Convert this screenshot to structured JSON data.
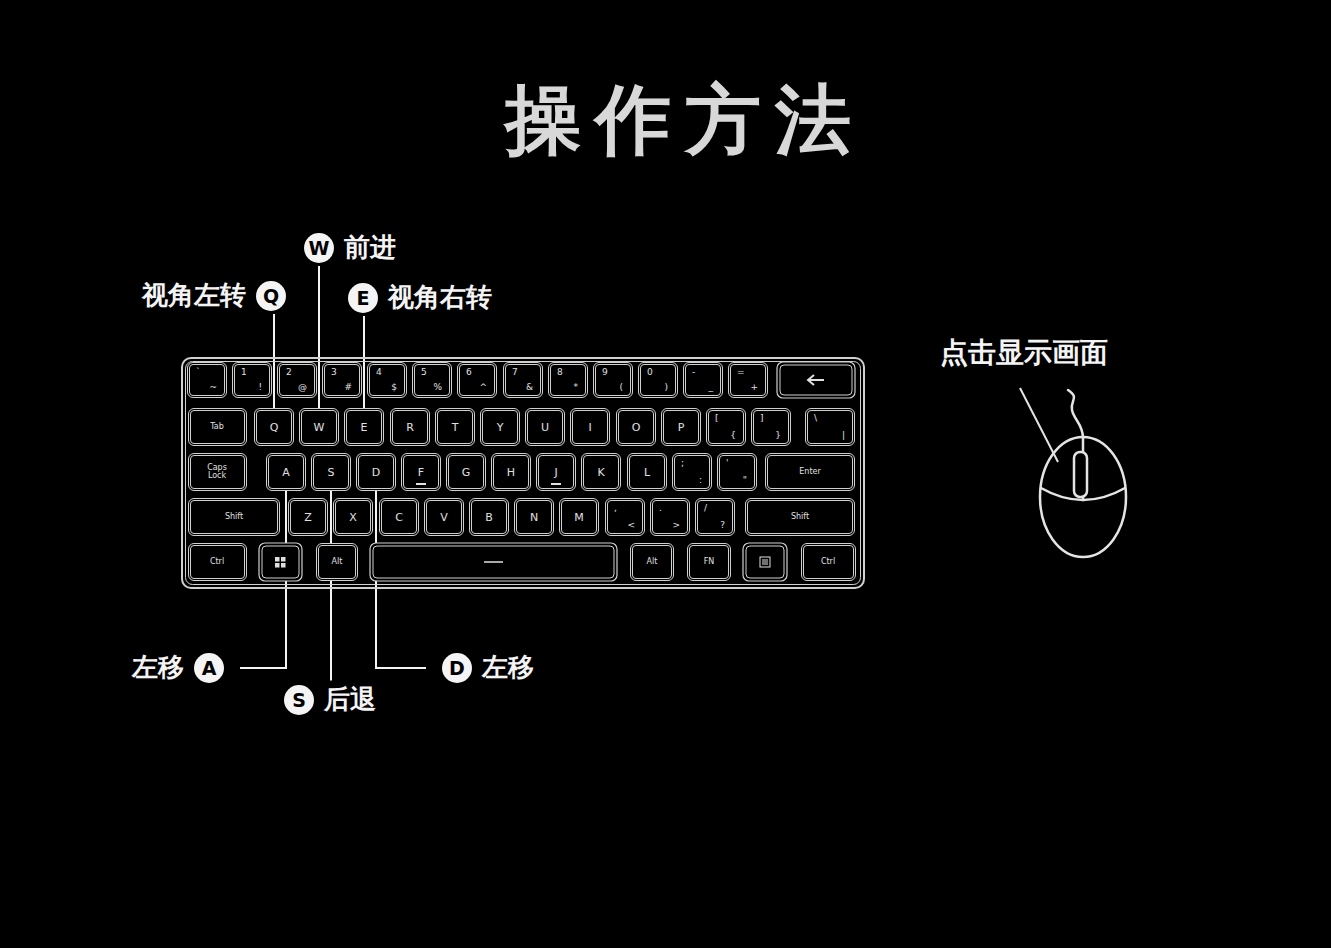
{
  "diagram": {
    "title": "操作方法",
    "nodes": [
      {
        "text": [
          "W",
          "前进"
        ]
      },
      {
        "text": [
          "Q",
          "视角左转"
        ]
      },
      {
        "text": [
          "E",
          "视角右转"
        ]
      },
      {
        "text": [
          "`",
          "~"
        ]
      },
      {
        "text": [
          "1",
          "!"
        ]
      },
      {
        "text": [
          "2",
          "@"
        ]
      },
      {
        "text": [
          "3",
          "#"
        ]
      },
      {
        "text": [
          "4",
          "$"
        ]
      },
      {
        "text": [
          "5",
          "%"
        ]
      },
      {
        "text": [
          "6",
          "^"
        ]
      },
      {
        "text": [
          "7",
          "&"
        ]
      },
      {
        "text": [
          "8",
          "*"
        ]
      },
      {
        "text": [
          "9",
          "("
        ]
      },
      {
        "text": [
          "0",
          ")"
        ]
      },
      {
        "text": [
          "-",
          "_"
        ]
      },
      {
        "text": [
          "=",
          "+"
        ]
      },
      {
        "text": [
          "Tab"
        ]
      },
      {
        "text": [
          "Q"
        ]
      },
      {
        "text": [
          "W"
        ]
      },
      {
        "text": [
          "E"
        ]
      },
      {
        "text": [
          "R"
        ]
      },
      {
        "text": [
          "T"
        ]
      },
      {
        "text": [
          "Y"
        ]
      },
      {
        "text": [
          "U"
        ]
      },
      {
        "text": [
          "I"
        ]
      },
      {
        "text": [
          "O"
        ]
      },
      {
        "text": [
          "P"
        ]
      },
      {
        "text": [
          "[",
          "{"
        ]
      },
      {
        "text": [
          "]",
          "}"
        ]
      },
      {
        "text": [
          "\\",
          "|"
        ]
      },
      {
        "text": [
          "Caps Lock"
        ]
      },
      {
        "text": [
          "A"
        ]
      },
      {
        "text": [
          "S"
        ]
      },
      {
        "text": [
          "D"
        ]
      },
      {
        "text": [
          "F"
        ]
      },
      {
        "text": [
          "G"
        ]
      },
      {
        "text": [
          "H"
        ]
      },
      {
        "text": [
          "J"
        ]
      },
      {
        "text": [
          "K"
        ]
      },
      {
        "text": [
          "L"
        ]
      },
      {
        "text": [
          ";",
          ":"
        ]
      },
      {
        "text": [
          "'",
          "\""
        ]
      },
      {
        "text": [
          "Enter"
        ]
      },
      {
        "text": [
          "Shift"
        ]
      },
      {
        "text": [
          "Z"
        ]
      },
      {
        "text": [
          "X"
        ]
      },
      {
        "text": [
          "C"
        ]
      },
      {
        "text": [
          "V"
        ]
      },
      {
        "text": [
          "B"
        ]
      },
      {
        "text": [
          "N"
        ]
      },
      {
        "text": [
          "M"
        ]
      },
      {
        "text": [
          ",",
          "<"
        ]
      },
      {
        "text": [
          ".",
          ">"
        ]
      },
      {
        "text": [
          "/",
          "?"
        ]
      },
      {
        "text": [
          "Shift"
        ]
      },
      {
        "text": [
          "Ctrl"
        ]
      },
      {
        "text": [
          "Alt"
        ]
      },
      {
        "text": [
          "Alt"
        ]
      },
      {
        "text": [
          "FN"
        ]
      },
      {
        "text": [
          "Ctrl"
        ]
      },
      {
        "text": [
          "A",
          "左移"
        ]
      },
      {
        "text": [
          "D",
          "左移"
        ]
      },
      {
        "text": [
          "S",
          "后退"
        ]
      }
    ],
    "edges": [
      {
        "from": 0,
        "to": 18,
        "arrow": "none"
      },
      {
        "from": 1,
        "to": 17,
        "arrow": "none"
      },
      {
        "from": 2,
        "to": 19,
        "arrow": "none"
      },
      {
        "from": 60,
        "to": 31,
        "arrow": "none"
      },
      {
        "from": 61,
        "to": 33,
        "arrow": "none"
      },
      {
        "from": 62,
        "to": 32,
        "arrow": "none"
      }
    ],
    "labels": [
      "点击显示画面"
    ]
  }
}
